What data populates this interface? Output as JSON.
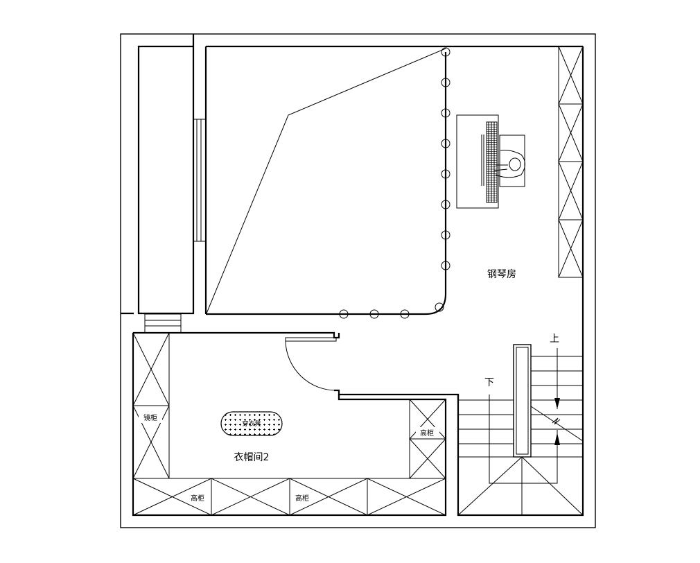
{
  "rooms": {
    "piano_room": "钢琴房",
    "cloakroom": "衣帽间2"
  },
  "furniture": {
    "mirror_cabinet": "镜柜",
    "tall_cabinet_right": "高柜",
    "tall_cabinet_bottom_left": "高柜",
    "tall_cabinet_bottom_right": "高柜",
    "ottoman": "穿衣凳"
  },
  "stairs": {
    "up": "上",
    "down": "下"
  }
}
